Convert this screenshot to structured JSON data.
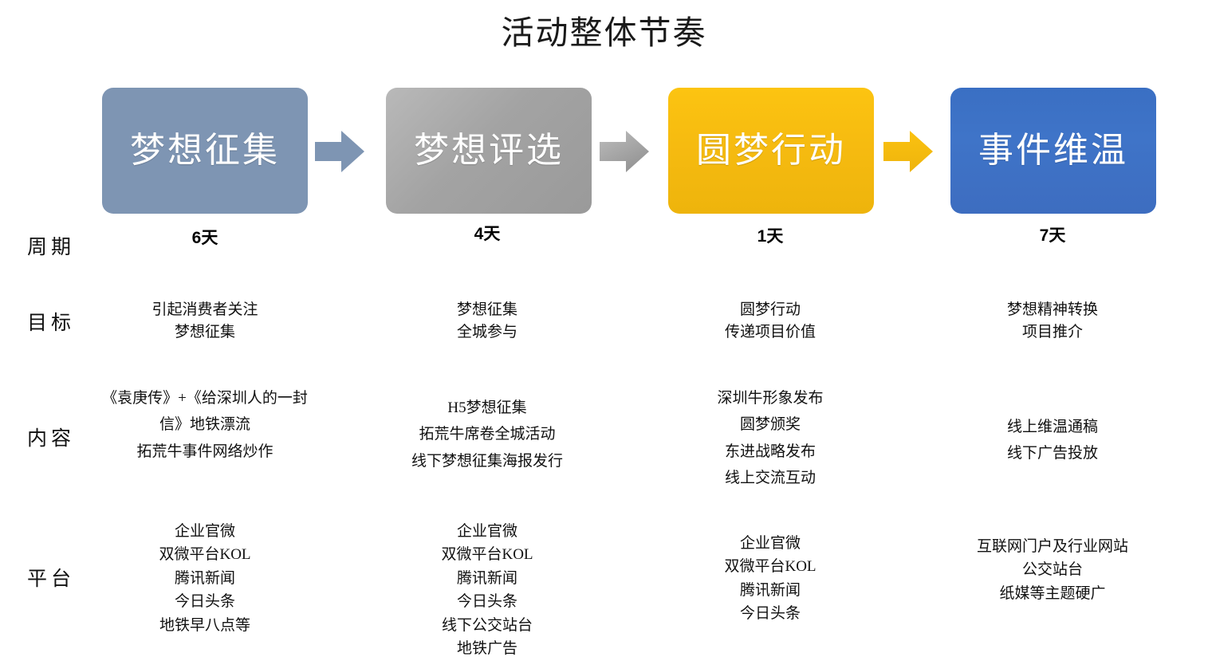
{
  "slide": {
    "title": "活动整体节奏"
  },
  "stages": [
    {
      "name": "梦想征集",
      "color": "#7e95b3",
      "arrow_color": "#7e95b3"
    },
    {
      "name": "梦想评选",
      "color": "#a3a3a3",
      "arrow_color": "#a5a5a5"
    },
    {
      "name": "圆梦行动",
      "color": "#f6bb10",
      "arrow_color": "#f8c115"
    },
    {
      "name": "事件维温",
      "color": "#3f74c8",
      "arrow_color": ""
    }
  ],
  "rows": {
    "period": {
      "label": "周期",
      "values": [
        "6天",
        "4天",
        "1天",
        "7天"
      ]
    },
    "goal": {
      "label": "目标",
      "values": [
        [
          "引起消费者关注",
          "梦想征集"
        ],
        [
          "梦想征集",
          "全城参与"
        ],
        [
          "圆梦行动",
          "传递项目价值"
        ],
        [
          "梦想精神转换",
          "项目推介"
        ]
      ]
    },
    "content": {
      "label": "内容",
      "values": [
        [
          "《袁庚传》+《给深圳人的一封信》地铁漂流",
          "拓荒牛事件网络炒作"
        ],
        [
          "H5梦想征集",
          "拓荒牛席卷全城活动",
          "线下梦想征集海报发行"
        ],
        [
          "深圳牛形象发布",
          "圆梦颁奖",
          "东进战略发布",
          "线上交流互动"
        ],
        [
          "线上维温通稿",
          "线下广告投放"
        ]
      ]
    },
    "platform": {
      "label": "平台",
      "values": [
        [
          "企业官微",
          "双微平台KOL",
          "腾讯新闻",
          "今日头条",
          "地铁早八点等"
        ],
        [
          "企业官微",
          "双微平台KOL",
          "腾讯新闻",
          "今日头条",
          "线下公交站台",
          "地铁广告"
        ],
        [
          "企业官微",
          "双微平台KOL",
          "腾讯新闻",
          "今日头条"
        ],
        [
          "互联网门户及行业网站",
          "公交站台",
          "纸媒等主题硬广"
        ]
      ]
    }
  }
}
